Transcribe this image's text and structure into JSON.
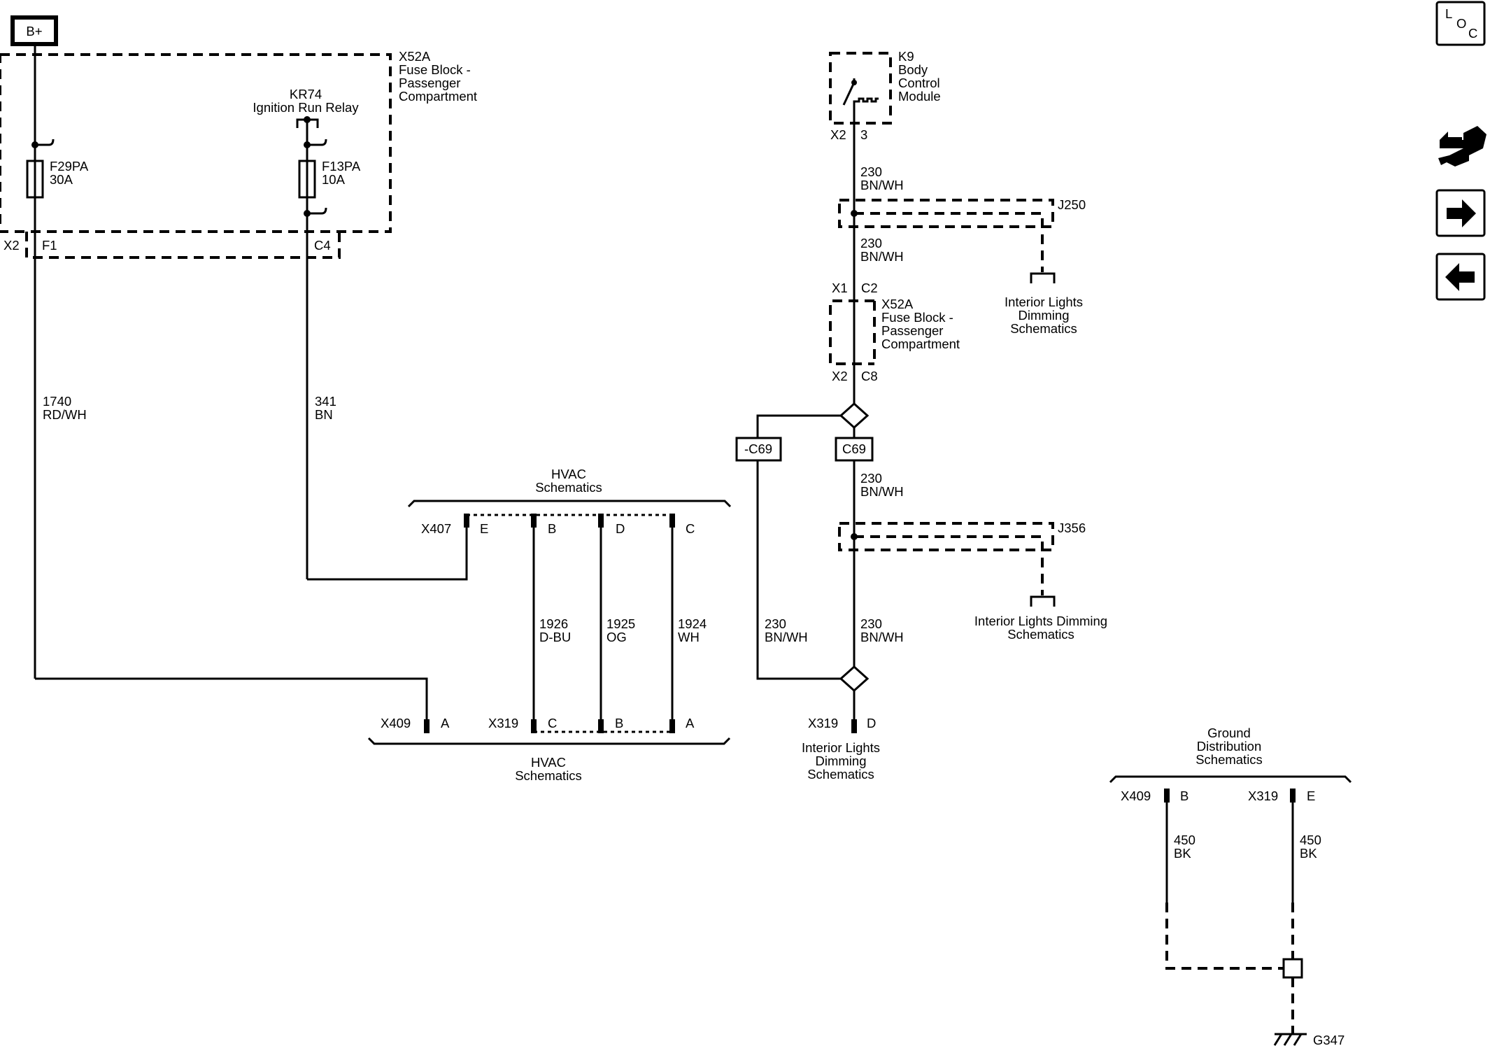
{
  "top_left": {
    "battery": "B+"
  },
  "fuse_block_top": {
    "ref": "X52A",
    "lines": [
      "Fuse Block -",
      "Passenger",
      "Compartment"
    ]
  },
  "relay": {
    "ref": "KR74",
    "name": "Ignition Run Relay"
  },
  "fuses": [
    {
      "ref": "F29PA",
      "rating": "30A"
    },
    {
      "ref": "F13PA",
      "rating": "10A"
    }
  ],
  "top_connector": {
    "ref": "X2",
    "pins": [
      "F1",
      "C4"
    ]
  },
  "wires_left": [
    {
      "circuit": "1740",
      "color": "RD/WH"
    },
    {
      "circuit": "341",
      "color": "BN"
    }
  ],
  "hvac_top": {
    "lines": [
      "HVAC",
      "Schematics"
    ],
    "connector": "X407",
    "pins": [
      "E",
      "B",
      "D",
      "C"
    ]
  },
  "hvac_wires": [
    {
      "circuit": "1926",
      "color": "D-BU"
    },
    {
      "circuit": "1925",
      "color": "OG"
    },
    {
      "circuit": "1924",
      "color": "WH"
    }
  ],
  "hvac_bottom": {
    "lines": [
      "HVAC",
      "Schematics"
    ],
    "x409": "X409",
    "x409_pin": "A",
    "x319": "X319",
    "x319_pins": [
      "C",
      "B",
      "A"
    ]
  },
  "bcm": {
    "ref": "K9",
    "lines": [
      "Body",
      "Control",
      "Module"
    ],
    "connector": "X2",
    "pin": "3"
  },
  "wire_230": {
    "circuit": "230",
    "color": "BN/WH"
  },
  "splice_j250": {
    "ref": "J250",
    "dest": [
      "Interior Lights",
      "Dimming",
      "Schematics"
    ]
  },
  "fuse_block_mid": {
    "ref": "X52A",
    "lines": [
      "Fuse Block -",
      "Passenger",
      "Compartment"
    ],
    "top_conn": "X1",
    "top_pin": "C2",
    "bottom_conn": "X2",
    "bottom_pin": "C8"
  },
  "options": {
    "not_c69": "-C69",
    "c69": "C69"
  },
  "splice_j356": {
    "ref": "J356",
    "dest": [
      "Interior Lights Dimming",
      "Schematics"
    ]
  },
  "bottom_mid": {
    "connector": "X319",
    "pin": "D",
    "dest": [
      "Interior Lights",
      "Dimming",
      "Schematics"
    ]
  },
  "ground": {
    "lines": [
      "Ground",
      "Distribution",
      "Schematics"
    ],
    "left_conn": "X409",
    "left_pin": "B",
    "right_conn": "X319",
    "right_pin": "E",
    "wire": {
      "circuit": "450",
      "color": "BK"
    },
    "ground_ref": "G347"
  },
  "sidebar": {
    "loc_letters": [
      "L",
      "O",
      "C"
    ],
    "icons": [
      "connector-tool-icon",
      "arrow-right-icon",
      "arrow-left-icon"
    ]
  }
}
